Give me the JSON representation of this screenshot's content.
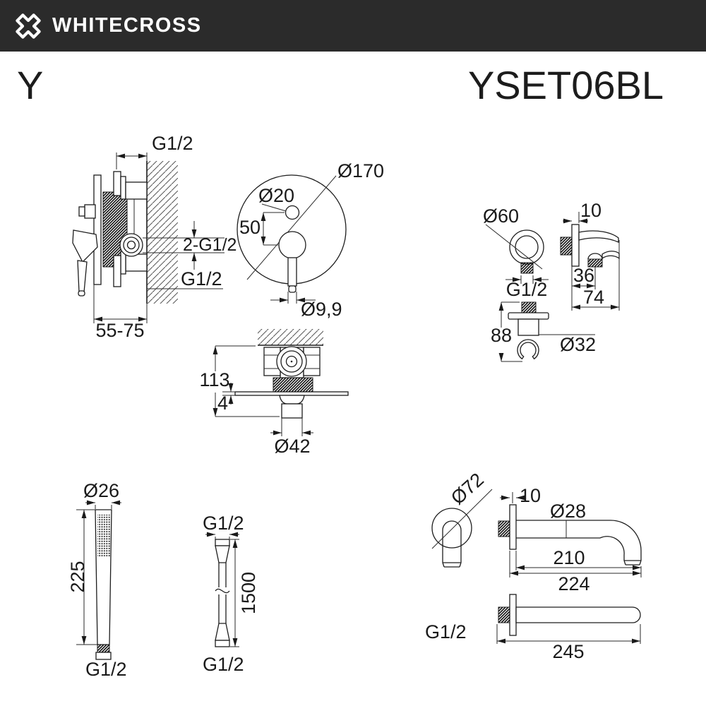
{
  "header": {
    "brand": "WHITECROSS",
    "logo": "whitecross-x-icon"
  },
  "product": {
    "series": "Y",
    "model": "YSET06BL"
  },
  "colors": {
    "header_bg": "#2b2b2b",
    "line": "#1d1d1d",
    "background": "#ffffff"
  },
  "drawings": {
    "mixer_side": {
      "top_thread": "G1/2",
      "center_threads": "2-G1/2",
      "bottom_thread": "G1/2",
      "mounting_depth": "55-75"
    },
    "mixer_front": {
      "plate_diameter": "Ø170",
      "diverter_diameter": "Ø20",
      "center_distance": "50",
      "lever_diameter": "Ø9,9"
    },
    "wall_outlet": {
      "flange_diameter": "Ø60",
      "plate_thickness": "10",
      "thread": "G1/2",
      "holder_offset": "36",
      "holder_depth": "74",
      "height": "88",
      "body_diameter": "Ø32"
    },
    "mixer_top": {
      "depth": "113",
      "plate_thickness": "4",
      "handle_diameter": "Ø42"
    },
    "hand_shower": {
      "head_diameter": "Ø26",
      "length": "225",
      "thread": "G1/2"
    },
    "hose": {
      "top_thread": "G1/2",
      "length": "1500",
      "bottom_thread": "G1/2"
    },
    "spout": {
      "flange_diameter": "Ø72",
      "plate_thickness": "10",
      "pipe_diameter": "Ø28",
      "reach": "210",
      "total_reach": "224",
      "thread": "G1/2",
      "upper_length": "245"
    }
  }
}
